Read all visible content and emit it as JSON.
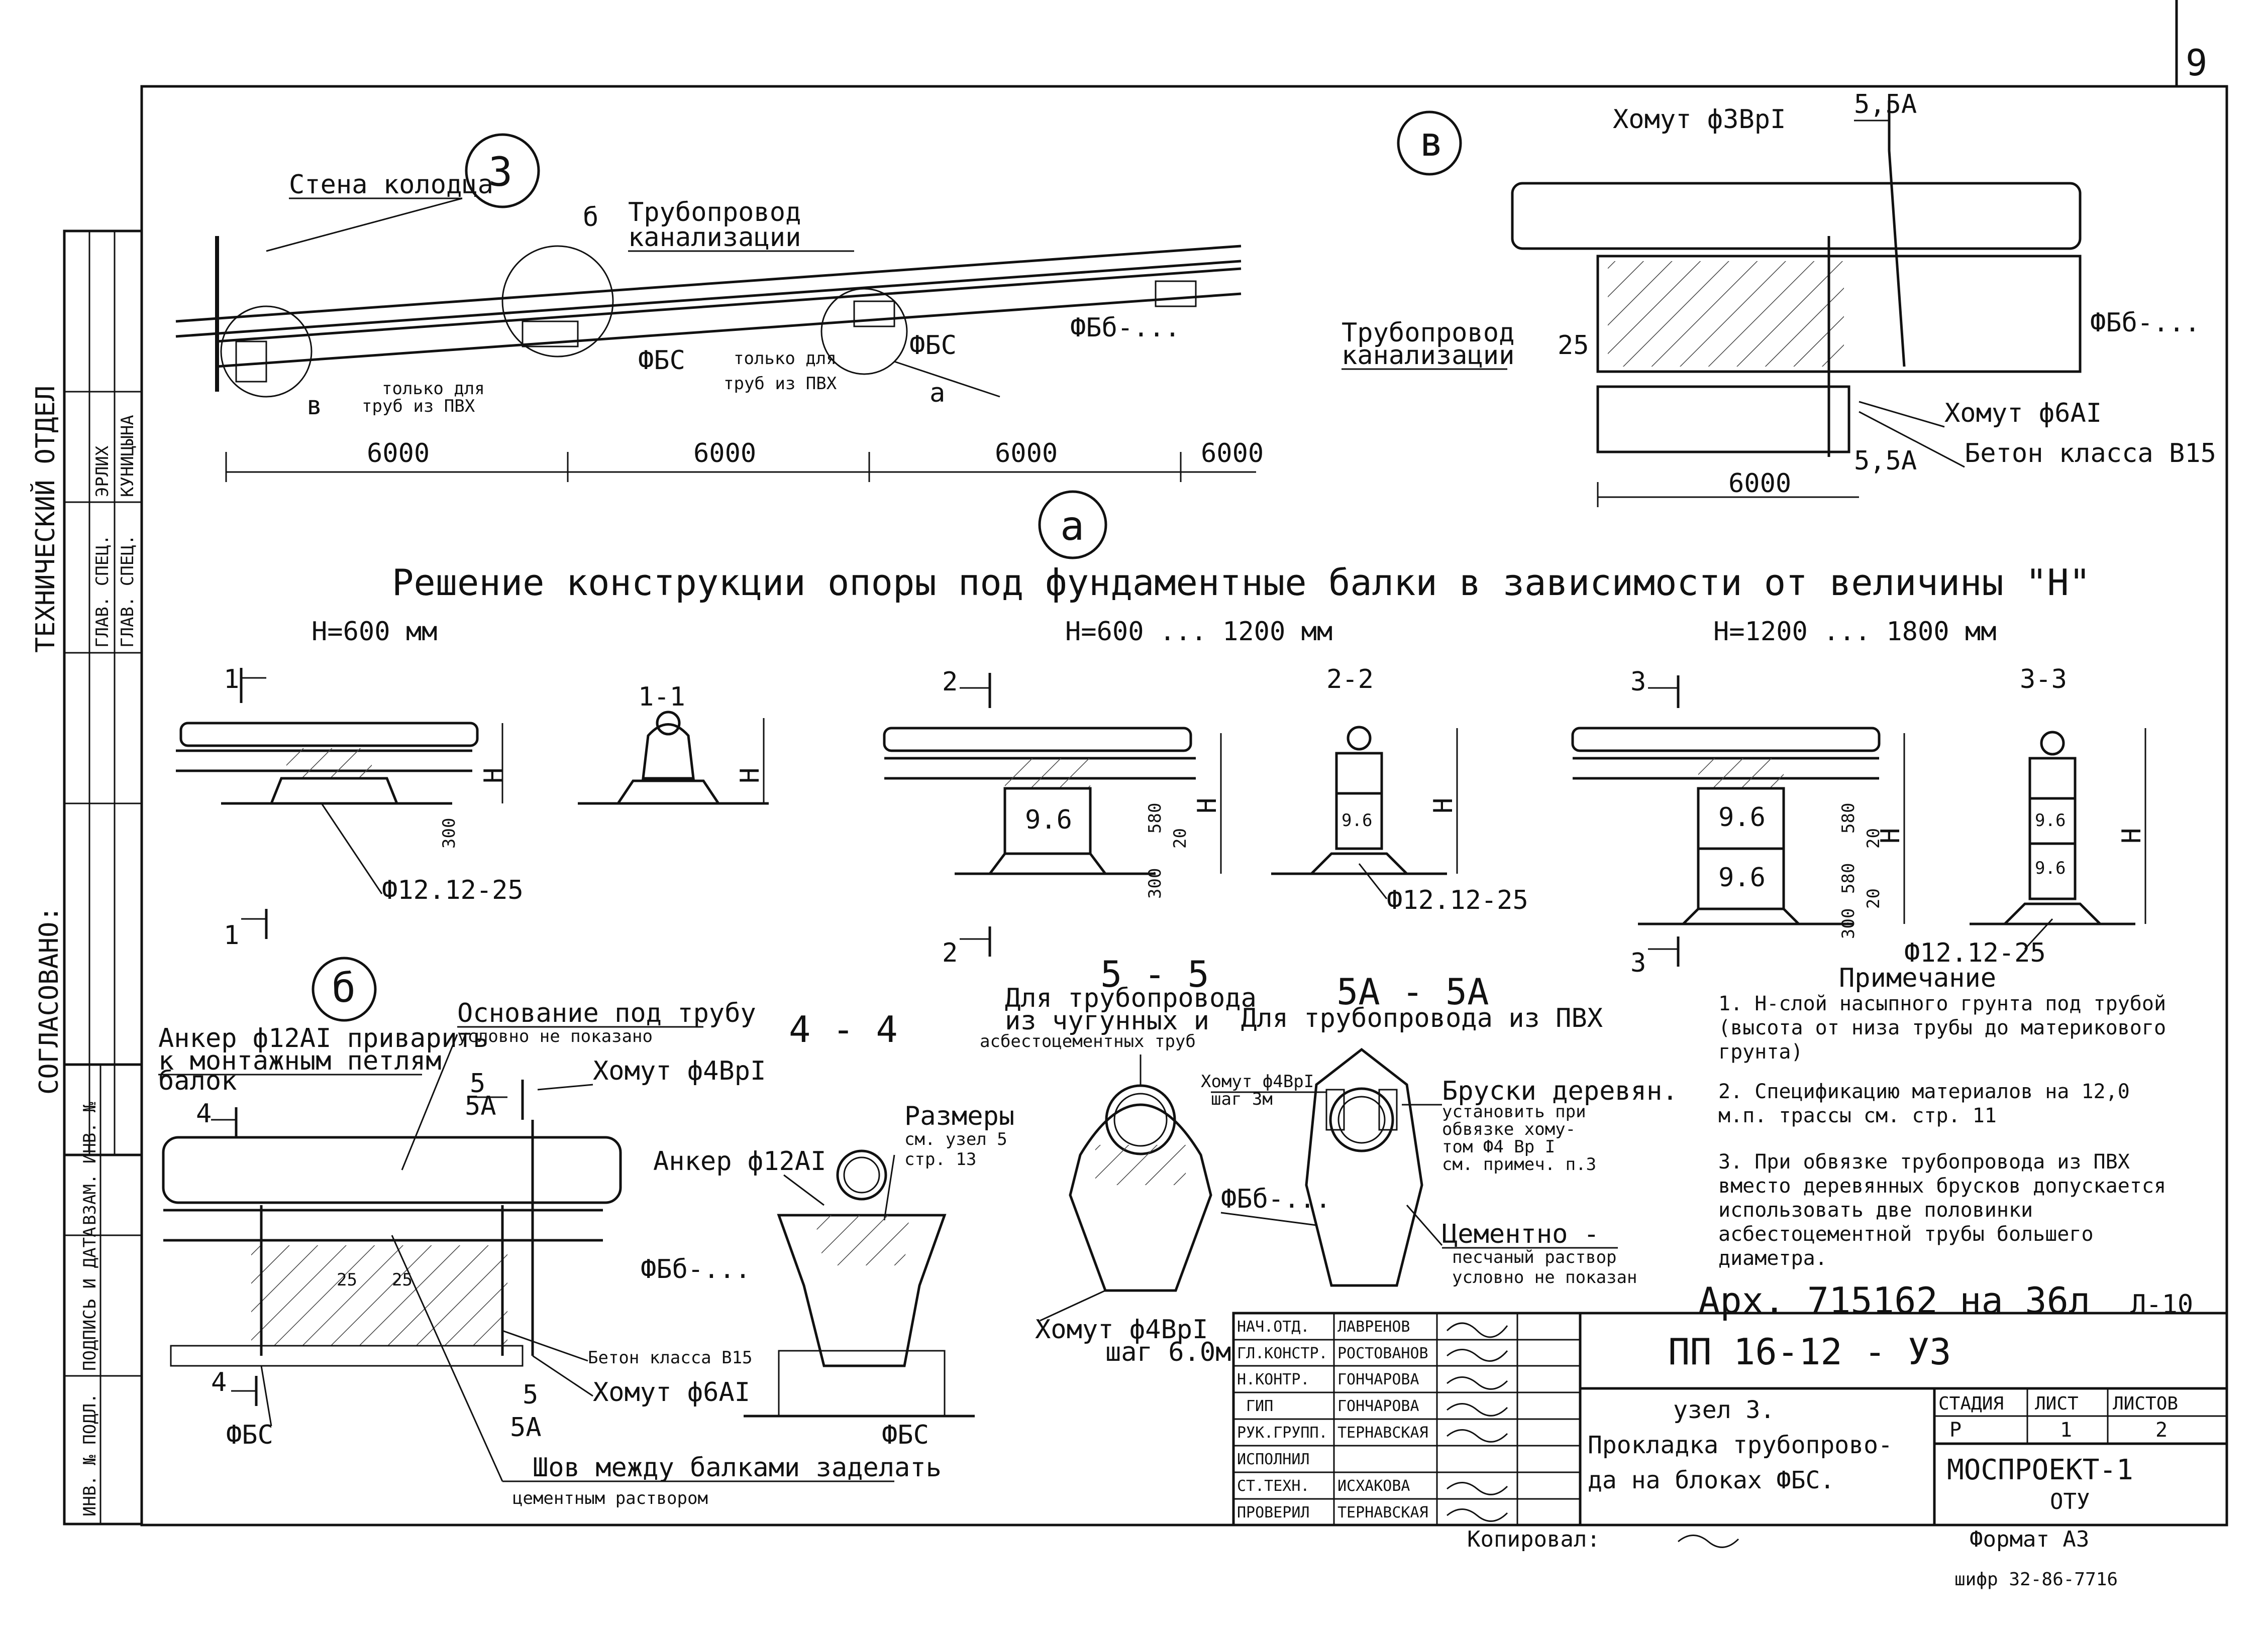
{
  "page_number": "9",
  "left_panel": {
    "department": "ТЕХНИЧЕСКИЙ ОТДЕЛ",
    "rows": [
      {
        "role": "ГЛАВ. СПЕЦ.",
        "name": "ЭРЛИХ"
      },
      {
        "role": "ГЛАВ. СПЕЦ.",
        "name": "КУНИЦЫНА"
      }
    ],
    "agreed": "СОГЛАСОВАНО:",
    "stamp_cols": [
      "ВЗАМ. ИНВ. №",
      "ПОДПИСЬ И ДАТА",
      "ИНВ. № ПОДЛ."
    ]
  },
  "top_section": {
    "circle_label": "3",
    "wall_label": "Стена колодца",
    "pipe_label_1": "Трубопровод",
    "pipe_label_2": "канализации",
    "marker_b": "б",
    "marker_v": "в",
    "marker_a": "а",
    "fbs_1": "ФБС",
    "fbs_2": "ФБС",
    "fbb": "ФБб-...",
    "pvc_only_1a": "только для",
    "pvc_only_1b": "труб из ПВХ",
    "pvc_only_2a": "только для",
    "pvc_only_2b": "труб из ПВХ",
    "dims": [
      "6000",
      "6000",
      "6000",
      "6000"
    ]
  },
  "section_v": {
    "circle_label": "в",
    "clamp_top": "Хомут ф3ВрI",
    "cut_top": "5,5А",
    "pipe_1": "Трубопровод",
    "pipe_2": "канализации",
    "fbb": "ФБб-...",
    "dim_25": "25",
    "clamp_bottom": "Хомут ф6АI",
    "concrete": "Бетон класса В15",
    "cut_bottom": "5,5А",
    "dim": "6000"
  },
  "section_a": {
    "circle_label": "а",
    "title": "Решение конструкции опоры под фундаментные балки в зависимости от величины \"Н\"",
    "cases": [
      {
        "h": "Н=600 мм",
        "cut": "1-1",
        "cut_num": "1",
        "rebar": "Ф12.12-25",
        "dim_300": "300"
      },
      {
        "h": "Н=600 ... 1200 мм",
        "cut": "2-2",
        "cut_num": "2",
        "rebar": "Ф12.12-25",
        "block": "9.6",
        "dim_580": "580",
        "dim_20": "20",
        "dim_300": "300"
      },
      {
        "h": "Н=1200 ... 1800 мм",
        "cut": "3-3",
        "cut_num": "3",
        "rebar": "Ф12.12-25",
        "block": "9.6",
        "dim_580": "580",
        "dim_20": "20",
        "dim_300": "300"
      }
    ],
    "h_label": "Н"
  },
  "section_b": {
    "circle_label": "б",
    "anchor": [
      "Анкер ф12АI приварить",
      "к монтажным петлям",
      "балок"
    ],
    "base": [
      "Основание под трубу",
      "условно не показано"
    ],
    "cut_4": "4",
    "cut_5": "5",
    "cut_5a": "5А",
    "clamp_top": "Хомут ф4ВрI",
    "fbb": "ФБб-...",
    "concrete": "Бетон класса В15",
    "clamp_bottom": "Хомут ф6АI",
    "fbs": "ФБС",
    "seam": [
      "Шов между балками заделать",
      "цементным раствором"
    ],
    "dim_25a": "25",
    "dim_25b": "25"
  },
  "section_44": {
    "title": "4 - 4",
    "anchor": "Анкер ф12АI",
    "sizes": [
      "Размеры",
      "см. узел 5",
      "стр. 13"
    ],
    "fbs": "ФБС"
  },
  "section_55": {
    "title": "5 - 5",
    "sub": [
      "Для трубопровода",
      "из чугунных и",
      "асбестоцементных труб"
    ],
    "clamp": [
      "Хомут ф4ВрI",
      "шаг 6.0м"
    ]
  },
  "section_5a5a": {
    "title": "5А - 5А",
    "sub": "Для трубопровода из ПВХ",
    "clamp": [
      "Хомут ф4ВрI",
      "шаг 3м"
    ],
    "fbb": "ФБб-...",
    "wood": [
      "Бруски деревян.",
      "установить при",
      "обвязке хому-",
      "том Ф4 Вр I",
      "см. примеч. п.3"
    ],
    "cement": [
      "Цементно -",
      "песчаный раствор",
      "условно не показан"
    ]
  },
  "notes": {
    "title": "Примечание",
    "items": [
      "1. Н-слой насыпного грунта под трубой (высота от низа трубы до материкового грунта)",
      "2. Спецификацию материалов на 12,0 м.п. трассы см. стр. 11",
      "3. При обвязке трубопровода из ПВХ вместо деревянных брусков допускается использовать две половинки асбестоцементной трубы большего диаметра."
    ]
  },
  "archive": "Арх. 715162 на 36л",
  "sheet_code": "Л-10",
  "title_block": {
    "doc_code": "ПП 16-12 - УЗ",
    "staff": [
      {
        "role": "НАЧ.ОТД.",
        "name": "ЛАВРЕНОВ"
      },
      {
        "role": "ГЛ.КОНСТР.",
        "name": "РОСТОВАНОВ"
      },
      {
        "role": "Н.КОНТР.",
        "name": "ГОНЧАРОВА"
      },
      {
        "role": "ГИП",
        "name": "ГОНЧАРОВА"
      },
      {
        "role": "РУК.ГРУПП.",
        "name": "ТЕРНАВСКАЯ"
      },
      {
        "role": "ИСПОЛНИЛ",
        "name": ""
      },
      {
        "role": "СТ.ТЕХН.",
        "name": "ИСХАКОВА"
      },
      {
        "role": "ПРОВЕРИЛ",
        "name": "ТЕРНАВСКАЯ"
      }
    ],
    "node": "узел 3.",
    "description": [
      "Прокладка трубопрово-",
      "да на блоках ФБС."
    ],
    "stage_header": "СТАДИЯ",
    "sheet_header": "ЛИСТ",
    "sheets_header": "ЛИСТОВ",
    "stage": "Р",
    "sheet": "1",
    "sheets": "2",
    "org": [
      "МОСПРОЕКТ-1",
      "ОТУ"
    ],
    "copied": "Копировал:",
    "format": "Формат А3",
    "cipher": "шифр 32-86-7716"
  }
}
